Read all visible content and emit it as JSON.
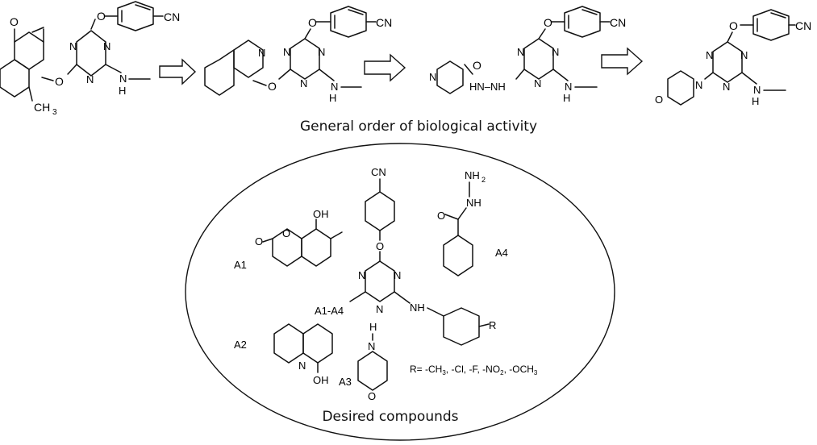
{
  "captions": {
    "top": "General order of biological activity",
    "bottom": "Desired compounds"
  },
  "atoms": {
    "O": "O",
    "N": "N",
    "H": "H",
    "CN": "CN",
    "CH3": "CH",
    "three": "3",
    "two": "2",
    "NH": "NH",
    "NH2": "NH",
    "OH": "OH",
    "HN_NH": "HN–NH"
  },
  "labels": {
    "A1": "A1",
    "A2": "A2",
    "A3": "A3",
    "A4": "A4",
    "A1A4": "A1-A4",
    "R": "R"
  },
  "substituents": {
    "r_prefix": "R= -CH",
    "r_mid1": ", -Cl, -F, -NO",
    "r_mid2": ", -OCH"
  }
}
